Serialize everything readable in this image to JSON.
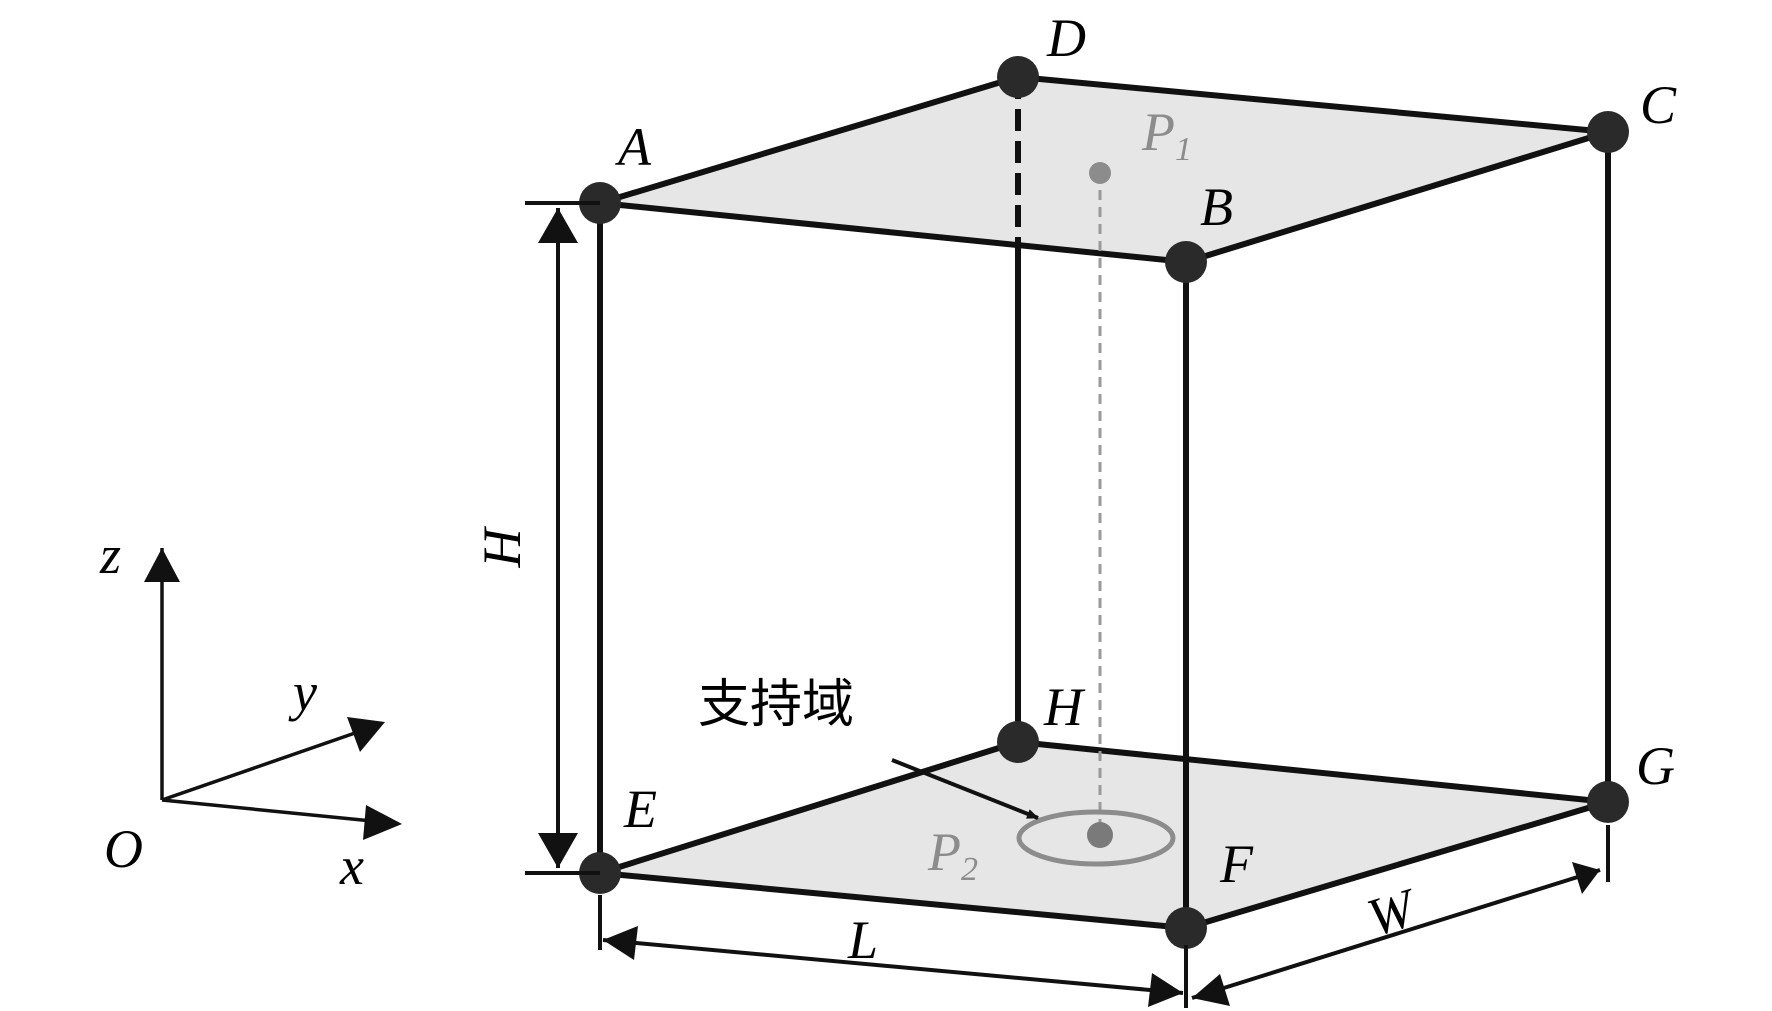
{
  "vertices": {
    "A": "A",
    "B": "B",
    "C": "C",
    "D": "D",
    "E": "E",
    "F": "F",
    "G": "G",
    "H": "H"
  },
  "points": {
    "p1_letter": "P",
    "p1_sub": "1",
    "p2_letter": "P",
    "p2_sub": "2"
  },
  "dimensions": {
    "height": "H",
    "length": "L",
    "width": "W"
  },
  "axes": {
    "origin": "O",
    "x": "x",
    "y": "y",
    "z": "z"
  },
  "annotation": {
    "support_domain": "支持域"
  },
  "colors": {
    "edge": "#111111",
    "face_fill": "#e6e6e6",
    "point_gray": "#8c8c8c",
    "vertex": "#2a2a2a"
  }
}
